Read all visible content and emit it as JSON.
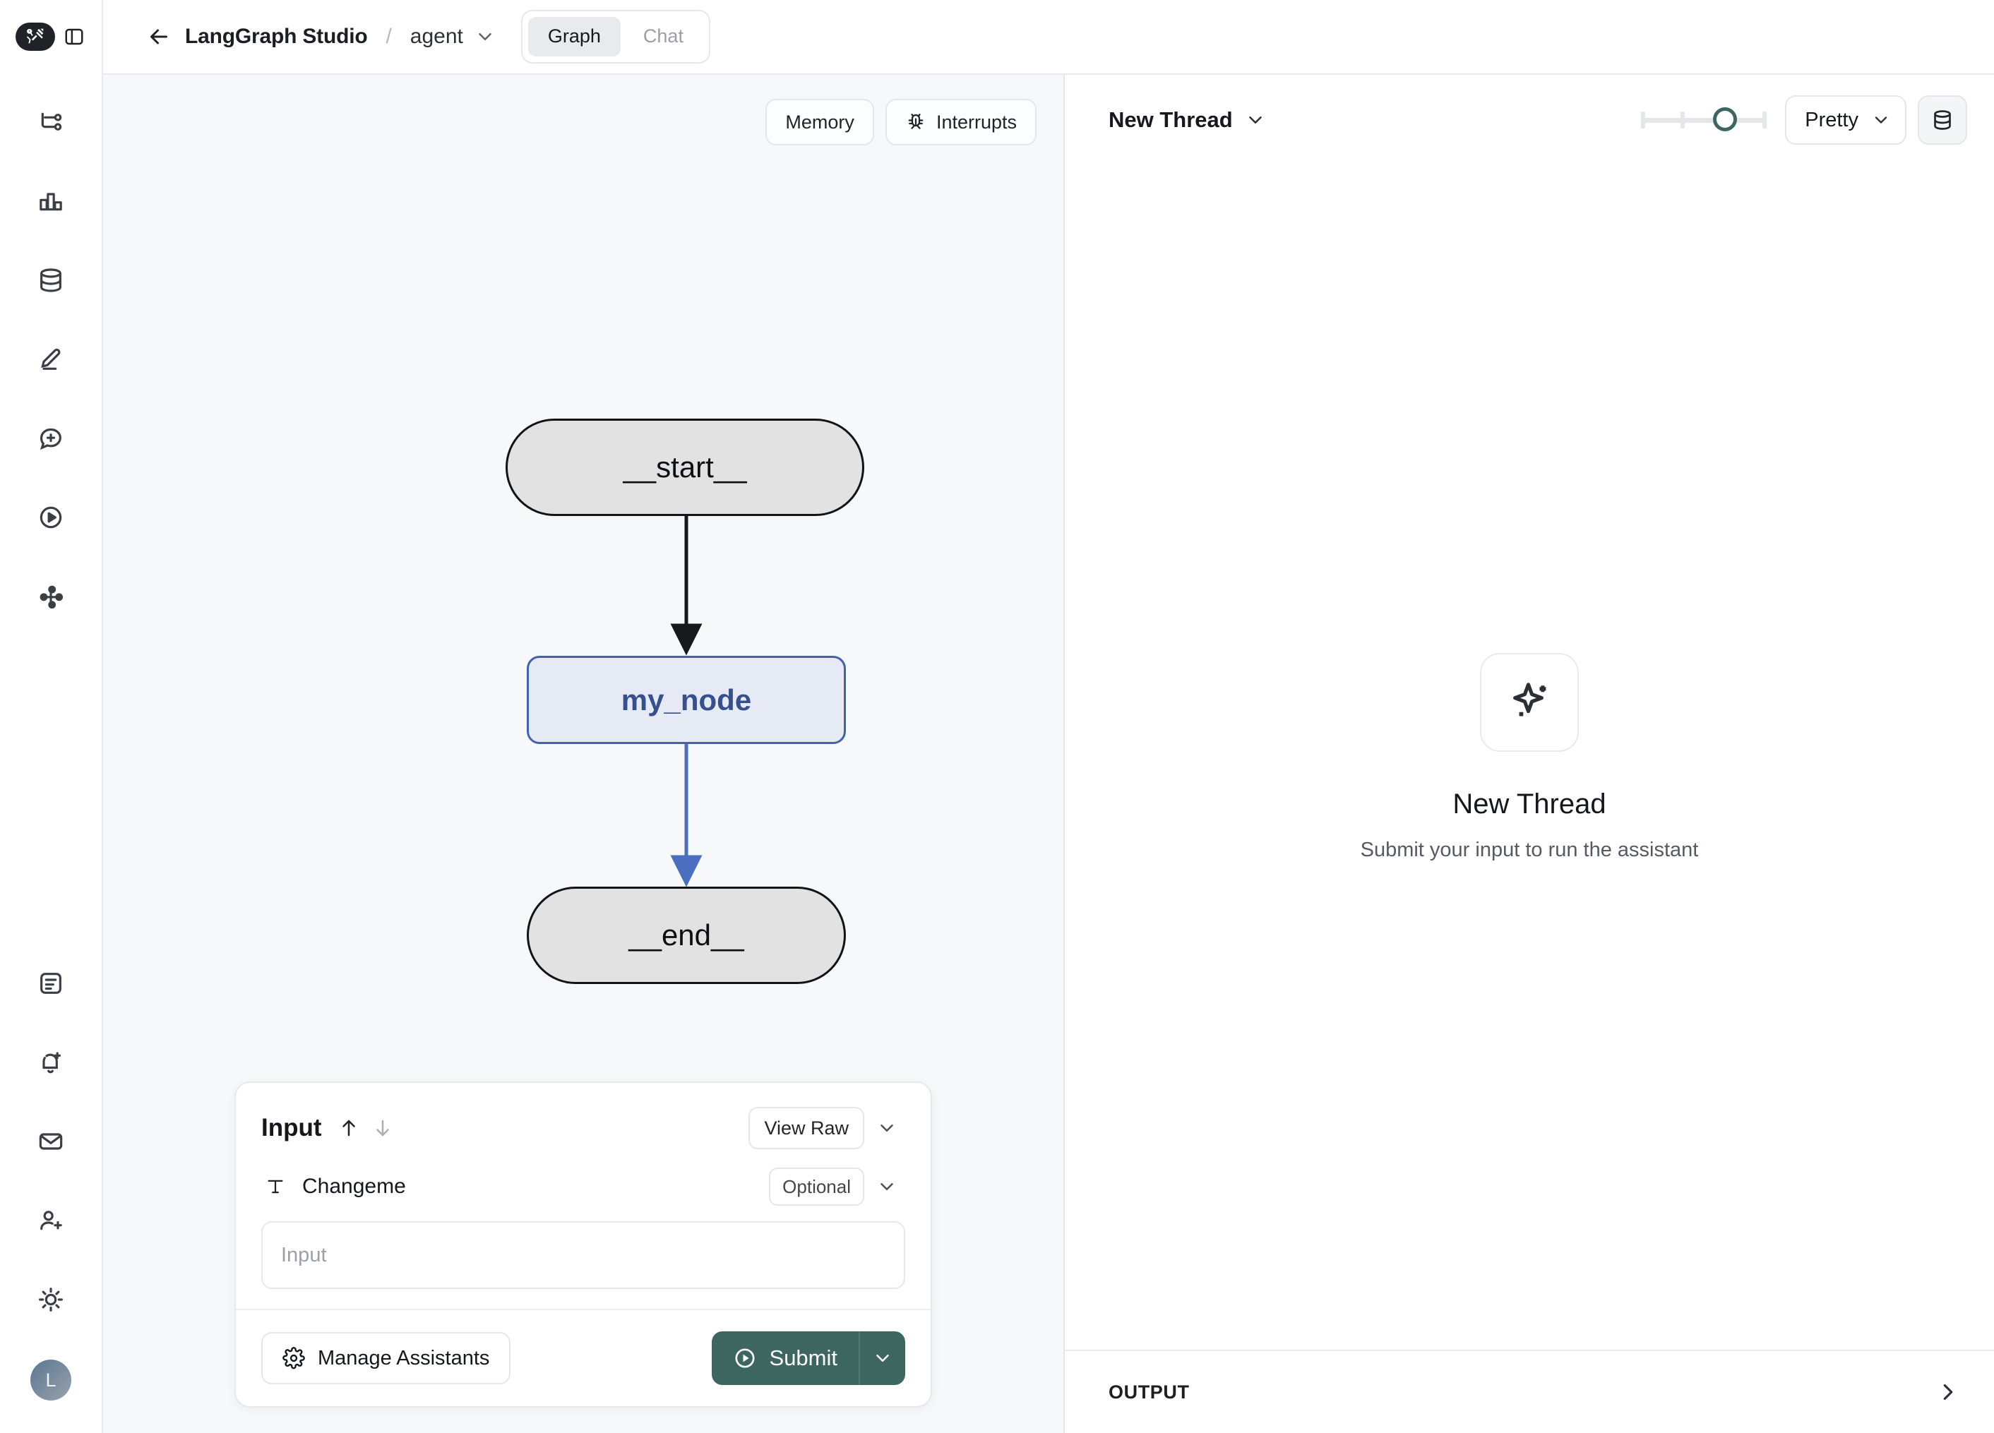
{
  "rail": {
    "logo": "langchain-parrot-logo",
    "panel_toggle": "sidebar-toggle-icon",
    "top_items": [
      {
        "icon": "git-branch-icon",
        "name": "graphs"
      },
      {
        "icon": "bar-chart-icon",
        "name": "analytics"
      },
      {
        "icon": "database-icon",
        "name": "datasets"
      },
      {
        "icon": "pencil-icon",
        "name": "annotate"
      },
      {
        "icon": "chat-plus-icon",
        "name": "prompts"
      },
      {
        "icon": "play-circle-icon",
        "name": "playground"
      },
      {
        "icon": "share-network-icon",
        "name": "deployments"
      }
    ],
    "bottom_items": [
      {
        "icon": "document-icon",
        "name": "docs"
      },
      {
        "icon": "bell-plus-icon",
        "name": "notifications"
      },
      {
        "icon": "mail-icon",
        "name": "inbox"
      },
      {
        "icon": "user-plus-icon",
        "name": "invite"
      },
      {
        "icon": "sun-icon",
        "name": "theme-toggle"
      }
    ],
    "avatar_initial": "L"
  },
  "topbar": {
    "back_icon": "arrow-left-icon",
    "title": "LangGraph Studio",
    "separator": "/",
    "agent": "agent",
    "agent_caret": "chevron-down-icon",
    "tabs": [
      {
        "label": "Graph",
        "active": true
      },
      {
        "label": "Chat",
        "active": false
      }
    ]
  },
  "graph": {
    "toolbar": [
      {
        "label": "Memory",
        "icon": null
      },
      {
        "label": "Interrupts",
        "icon": "bug-icon"
      }
    ],
    "nodes": [
      {
        "id": "start",
        "label": "__start__",
        "kind": "terminal"
      },
      {
        "id": "my_node",
        "label": "my_node",
        "kind": "active"
      },
      {
        "id": "end",
        "label": "__end__",
        "kind": "terminal"
      }
    ],
    "edges": [
      {
        "from": "__start__",
        "to": "my_node",
        "color": "#16181c"
      },
      {
        "from": "my_node",
        "to": "__end__",
        "color": "#4a6fc0"
      }
    ],
    "colors": {
      "node_fill": "#e2e2e2",
      "node_stroke": "#111318",
      "active_fill": "#e6eaf5",
      "active_stroke": "#4063ae",
      "active_text": "#36508e",
      "canvas_bg": "#f7f8fa"
    }
  },
  "input_panel": {
    "title": "Input",
    "arrow_up_icon": "arrow-up-icon",
    "arrow_down_icon": "arrow-down-icon",
    "view_raw_label": "View Raw",
    "view_raw_caret": "chevron-down-icon",
    "field": {
      "type_icon": "text-type-icon",
      "label": "Changeme",
      "badge": "Optional",
      "caret": "chevron-down-icon",
      "value": "",
      "placeholder": "Input"
    },
    "manage_label": "Manage Assistants",
    "manage_icon": "gear-icon",
    "submit_label": "Submit",
    "submit_icon": "play-circle-icon",
    "submit_caret": "chevron-down-icon",
    "submit_color": "#3d6660"
  },
  "right_panel": {
    "thread_name": "New Thread",
    "thread_caret": "chevron-down-icon",
    "slider": {
      "ticks": 4,
      "value_position": 3,
      "knob_color": "#3d6660"
    },
    "format_select": "Pretty",
    "format_caret": "chevron-down-icon",
    "db_toggle_icon": "database-icon",
    "empty_state": {
      "icon": "sparkle-icon",
      "title": "New Thread",
      "subtitle": "Submit your input to run the assistant"
    },
    "output_label": "OUTPUT",
    "output_caret": "chevron-right-icon"
  }
}
